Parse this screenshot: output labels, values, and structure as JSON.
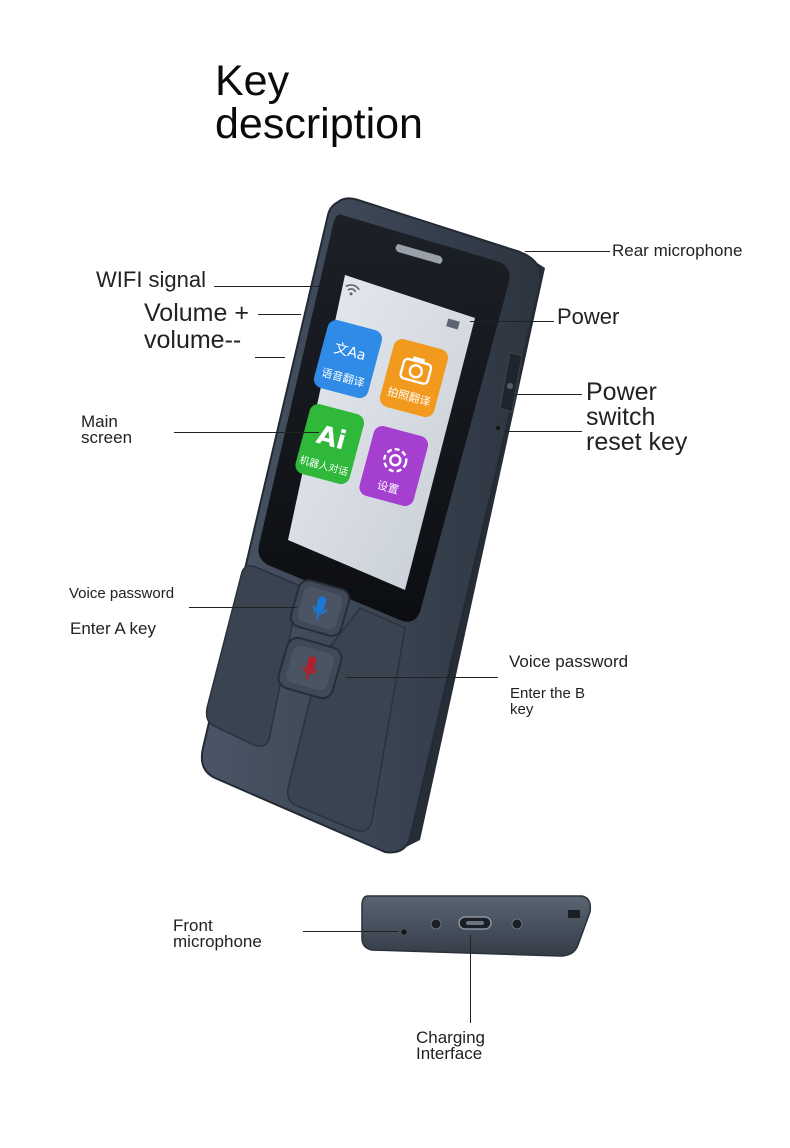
{
  "title_line1": "Key",
  "title_line2": "description",
  "labels": {
    "rear_microphone": "Rear microphone",
    "wifi_signal": "WIFI signal",
    "volume_plus": "Volume +",
    "volume_minus": "volume--",
    "power": "Power",
    "power_switch_1": "Power",
    "power_switch_2": "switch",
    "power_switch_3": "reset key",
    "main_screen_1": "Main",
    "main_screen_2": "screen",
    "voice_password_a": "Voice password",
    "enter_a_key": "Enter A key",
    "voice_password_b": "Voice password",
    "enter_b_key_1": "Enter the B",
    "enter_b_key_2": "key",
    "front_microphone_1": "Front",
    "front_microphone_2": "microphone",
    "charging_1": "Charging",
    "charging_2": "Interface"
  },
  "screen_tiles": [
    {
      "label": "语音翻译",
      "glyph": "文Aa",
      "color": "#2f8be6"
    },
    {
      "label": "拍照翻译",
      "glyph": "camera",
      "color": "#f29a1e"
    },
    {
      "label": "机器人对话",
      "glyph": "Ai",
      "color": "#2fb83a"
    },
    {
      "label": "设置",
      "glyph": "gear",
      "color": "#a43fd0"
    }
  ],
  "colors": {
    "device_body": "#3d4756",
    "device_edge": "#2a313c",
    "key_a_icon": "#1a78d6",
    "key_b_icon": "#b0202a"
  }
}
